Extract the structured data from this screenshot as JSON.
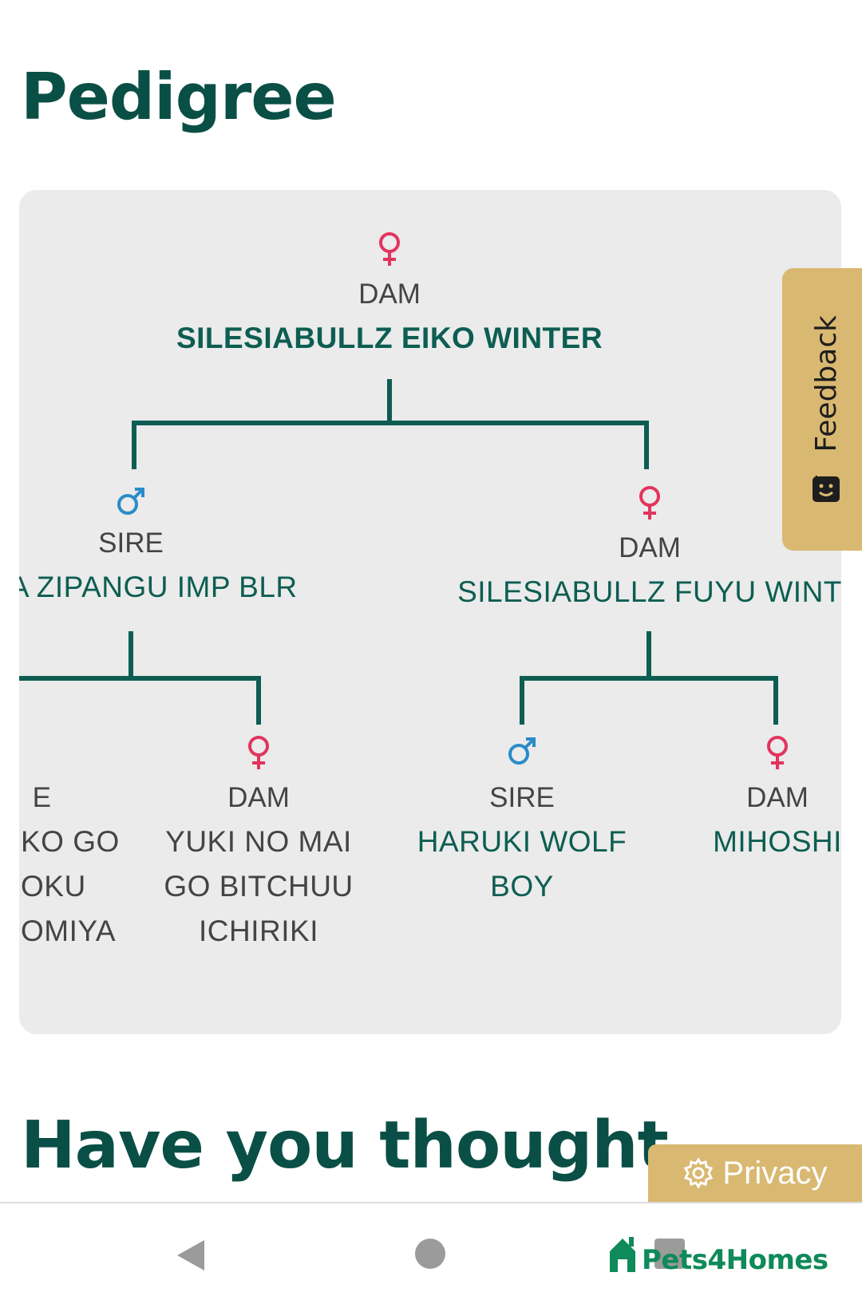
{
  "section": {
    "title": "Pedigree"
  },
  "tree": {
    "root": {
      "gender_icon": "female-icon",
      "role": "DAM",
      "name": "SILESIABULLZ EIKO WINTER"
    },
    "gen1": [
      {
        "gender_icon": "male-icon",
        "role": "SIRE",
        "name": "AMA ZIPANGU IMP BLR"
      },
      {
        "gender_icon": "female-icon",
        "role": "DAM",
        "name": "SILESIABULLZ FUYU WINT"
      }
    ],
    "gen2": [
      {
        "gender_icon": "male-icon",
        "role": "E",
        "name_lines": [
          "KO GO",
          "OKU",
          "OMIYA"
        ]
      },
      {
        "gender_icon": "female-icon",
        "role": "DAM",
        "name_lines": [
          "YUKI NO MAI",
          "GO BITCHUU",
          "ICHIRIKI"
        ]
      },
      {
        "gender_icon": "male-icon",
        "role": "SIRE",
        "name_lines": [
          "HARUKI WOLF",
          "BOY"
        ]
      },
      {
        "gender_icon": "female-icon",
        "role": "DAM",
        "name_lines": [
          "MIHOSHI"
        ]
      }
    ]
  },
  "feedback": {
    "label": "Feedback",
    "icon": "smiley-icon"
  },
  "next_section": {
    "title": "Have you thought about"
  },
  "privacy": {
    "label": "Privacy",
    "icon": "gear-icon"
  },
  "system_nav": {
    "back_icon": "back-triangle-icon",
    "home_icon": "home-circle-icon",
    "recents_icon": "recents-square-icon"
  },
  "logo": {
    "text": "Pets4Homes"
  },
  "colors": {
    "brand_dark": "#0a4f45",
    "teal": "#0d5d52",
    "female": "#e2345f",
    "male": "#2a8bc9",
    "accent_gold": "#d9b871",
    "card_bg": "#eaebea"
  }
}
